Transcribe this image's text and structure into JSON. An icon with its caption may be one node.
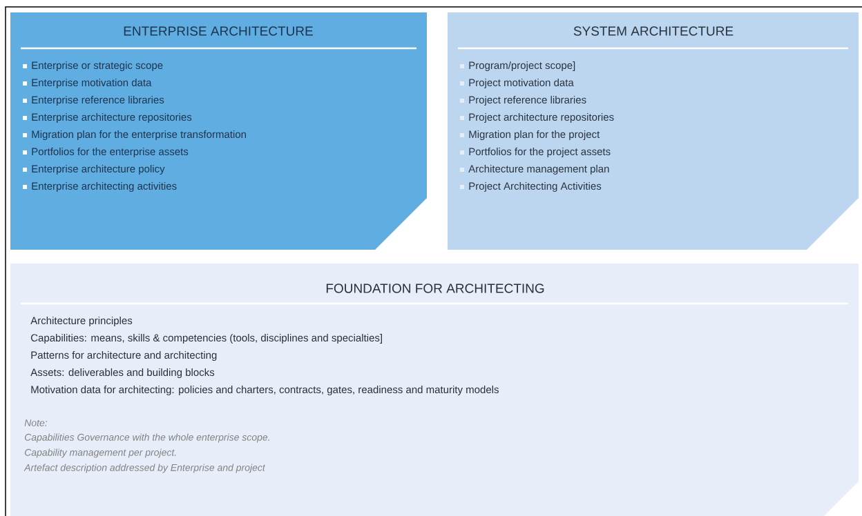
{
  "diagram": {
    "nodes": [
      {
        "text": [
          "ENTERPRISE ARCHITECTURE",
          "Enterprise or strategic scope",
          "Enterprise motivation data",
          "Enterprise reference libraries",
          "Enterprise architecture repositories",
          "Migration plan for the enterprise transformation",
          "Portfolios for the enterprise assets",
          "Enterprise architecture policy",
          "Enterprise architecting activities"
        ]
      },
      {
        "text": [
          "SYSTEM ARCHITECTURE",
          "Program/project scope]",
          "Project motivation data",
          "Project reference libraries",
          "Project architecture repositories",
          "Migration plan for the project",
          "Portfolios for the project assets",
          "Architecture management plan",
          "Project Architecting Activities"
        ]
      },
      {
        "text": [
          "FOUNDATION FOR ARCHITECTING",
          "Architecture principles",
          "Capabilities: means, skills & competencies (tools, disciplines and specialties]",
          "Patterns for architecture and architecting",
          "Assets: deliverables and building blocks",
          "Motivation data for architecting: policies and charters, contracts, gates, readiness and maturity models",
          "Note:",
          "Capabilities Governance with the whole enterprise scope.",
          "Capability management per project.",
          "Artefact description addressed by Enterprise and project"
        ]
      }
    ]
  }
}
